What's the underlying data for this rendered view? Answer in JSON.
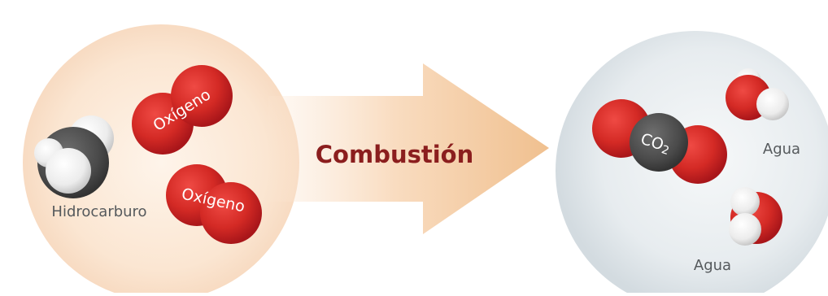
{
  "labels": {
    "hydrocarbon": "Hidrocarburo",
    "oxygen_top": "Oxígeno",
    "oxygen_bottom": "Oxígeno",
    "process": "Combustión",
    "co2_base": "CO",
    "co2_sub": "2",
    "water_right": "Agua",
    "water_bottom": "Agua"
  },
  "colors": {
    "process_text": "#8b1e1e",
    "label_text": "#55595c",
    "oxygen_red": "#d42a25",
    "hydrogen_white": "#f2f2f2",
    "carbon_gray": "#4a4a4a"
  }
}
